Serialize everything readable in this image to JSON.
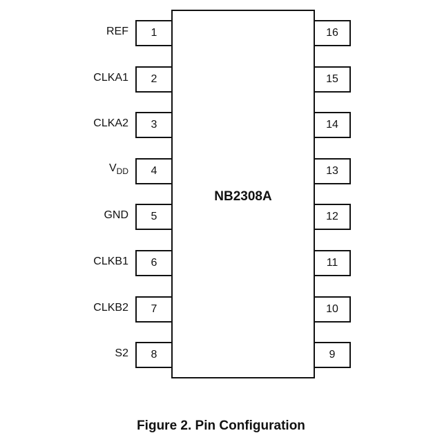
{
  "chip": {
    "name": "NB2308A"
  },
  "left_pins": [
    {
      "number": "1",
      "label": "REF"
    },
    {
      "number": "2",
      "label": "CLKA1"
    },
    {
      "number": "3",
      "label": "CLKA2"
    },
    {
      "number": "4",
      "label": "V",
      "label_sub": "DD"
    },
    {
      "number": "5",
      "label": "GND"
    },
    {
      "number": "6",
      "label": "CLKB1"
    },
    {
      "number": "7",
      "label": "CLKB2"
    },
    {
      "number": "8",
      "label": "S2"
    }
  ],
  "right_pins": [
    {
      "number": "16"
    },
    {
      "number": "15"
    },
    {
      "number": "14"
    },
    {
      "number": "13"
    },
    {
      "number": "12"
    },
    {
      "number": "11"
    },
    {
      "number": "10"
    },
    {
      "number": "9"
    }
  ],
  "caption": "Figure 2. Pin Configuration"
}
